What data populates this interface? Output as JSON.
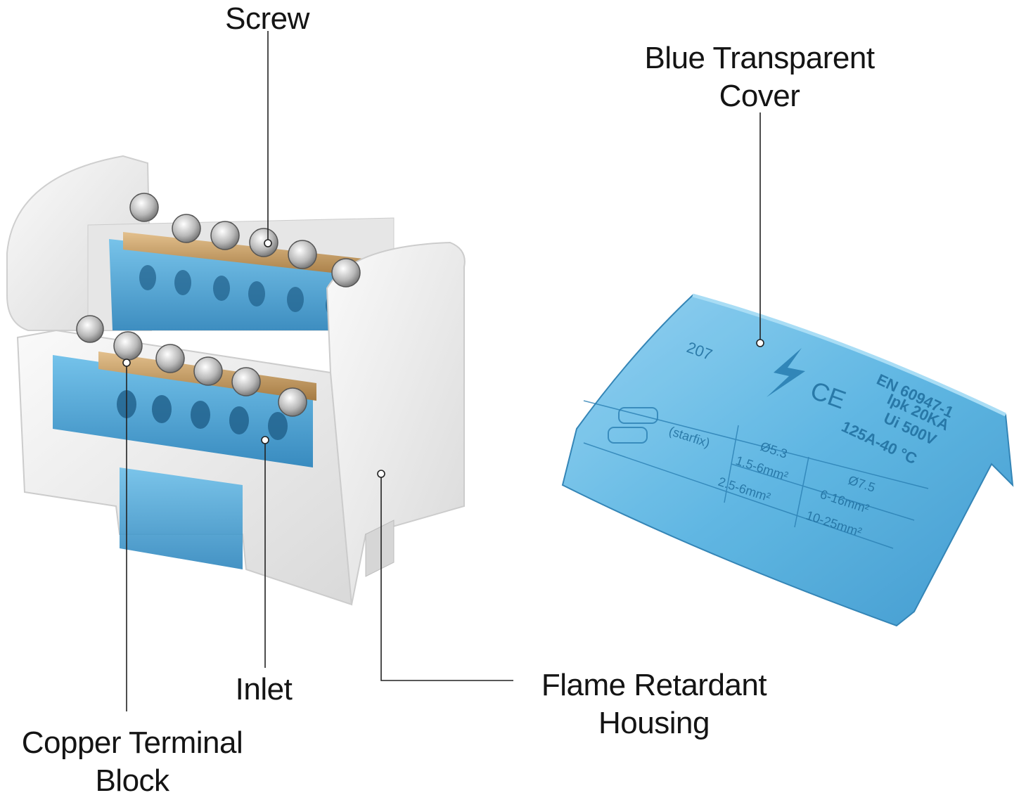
{
  "callouts": {
    "screw": "Screw",
    "cover_line1": "Blue Transparent",
    "cover_line2": "Cover",
    "inlet": "Inlet",
    "copper_line1": "Copper Terminal",
    "copper_line2": "Block",
    "flame_line1": "Flame Retardant",
    "flame_line2": "Housing"
  },
  "cover_markings": {
    "code": "207",
    "ce": "CE",
    "standard": "EN 60947-1",
    "ipk": "Ipk 20KA",
    "ui": "Ui 500V",
    "rating": "125A-40 °C",
    "brand": "(starfix)",
    "dia1": "Ø5.3",
    "range1a": "1.5-6mm²",
    "range1b": "2.5-6mm²",
    "dia2": "Ø7.5",
    "range2a": "6-16mm²",
    "range2b": "10-25mm²"
  },
  "colors": {
    "housing": "#eeeeee",
    "cover_blue": "#4fa9d8",
    "copper": "#c9a06a",
    "leader_line": "#222222"
  }
}
